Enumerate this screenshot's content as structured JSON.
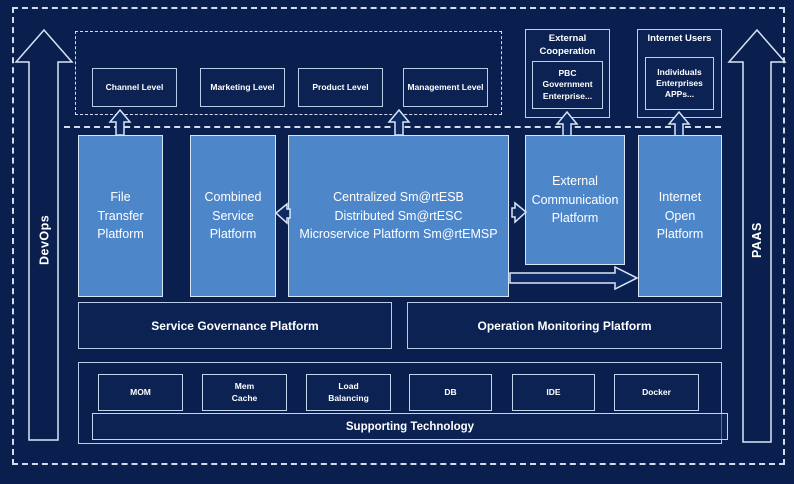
{
  "colors": {
    "background": "#0e2a62",
    "platform_fill": "#4e86ca",
    "box_border": "#b9cde9",
    "dash_line": "#e2ebf8",
    "text": "#ffffff"
  },
  "rails": {
    "left_label": "DevOps",
    "right_label": "PAAS"
  },
  "top_region": {
    "levels": [
      "Channel Level",
      "Marketing Level",
      "Product Level",
      "Management Level"
    ]
  },
  "external_cooperation": {
    "title": "External\nCooperation",
    "members": "PBC Government\nEnterprise..."
  },
  "internet_users": {
    "title": "Internet Users",
    "members": "Individuals\nEnterprises\nAPPs..."
  },
  "platforms": [
    {
      "label": "File\nTransfer\nPlatform"
    },
    {
      "label": "Combined\nService\nPlatform"
    },
    {
      "label": "Centralized Sm@rtESB\nDistributed Sm@rtESC\nMicroservice Platform Sm@rtEMSP"
    },
    {
      "label": "External\nCommunication\nPlatform"
    },
    {
      "label": "Internet\nOpen\nPlatform"
    }
  ],
  "governance_row": [
    {
      "label": "Service Governance Platform"
    },
    {
      "label": "Operation Monitoring Platform"
    }
  ],
  "supporting": {
    "technologies": [
      "MOM",
      "Mem\nCache",
      "Load\nBalancing",
      "DB",
      "IDE",
      "Docker"
    ],
    "bar_label": "Supporting Technology"
  }
}
